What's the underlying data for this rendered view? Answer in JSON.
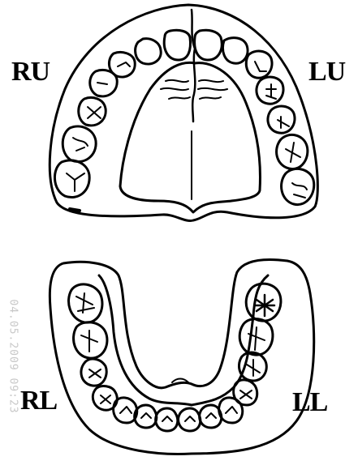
{
  "labels": {
    "right_upper": "RU",
    "left_upper": "LU",
    "right_lower": "RL",
    "left_lower": "LL"
  },
  "timestamp": "04.05.2009 09:23",
  "colors": {
    "ink": "#000000",
    "paper": "#ffffff",
    "timestamp": "#c8c8c8"
  }
}
